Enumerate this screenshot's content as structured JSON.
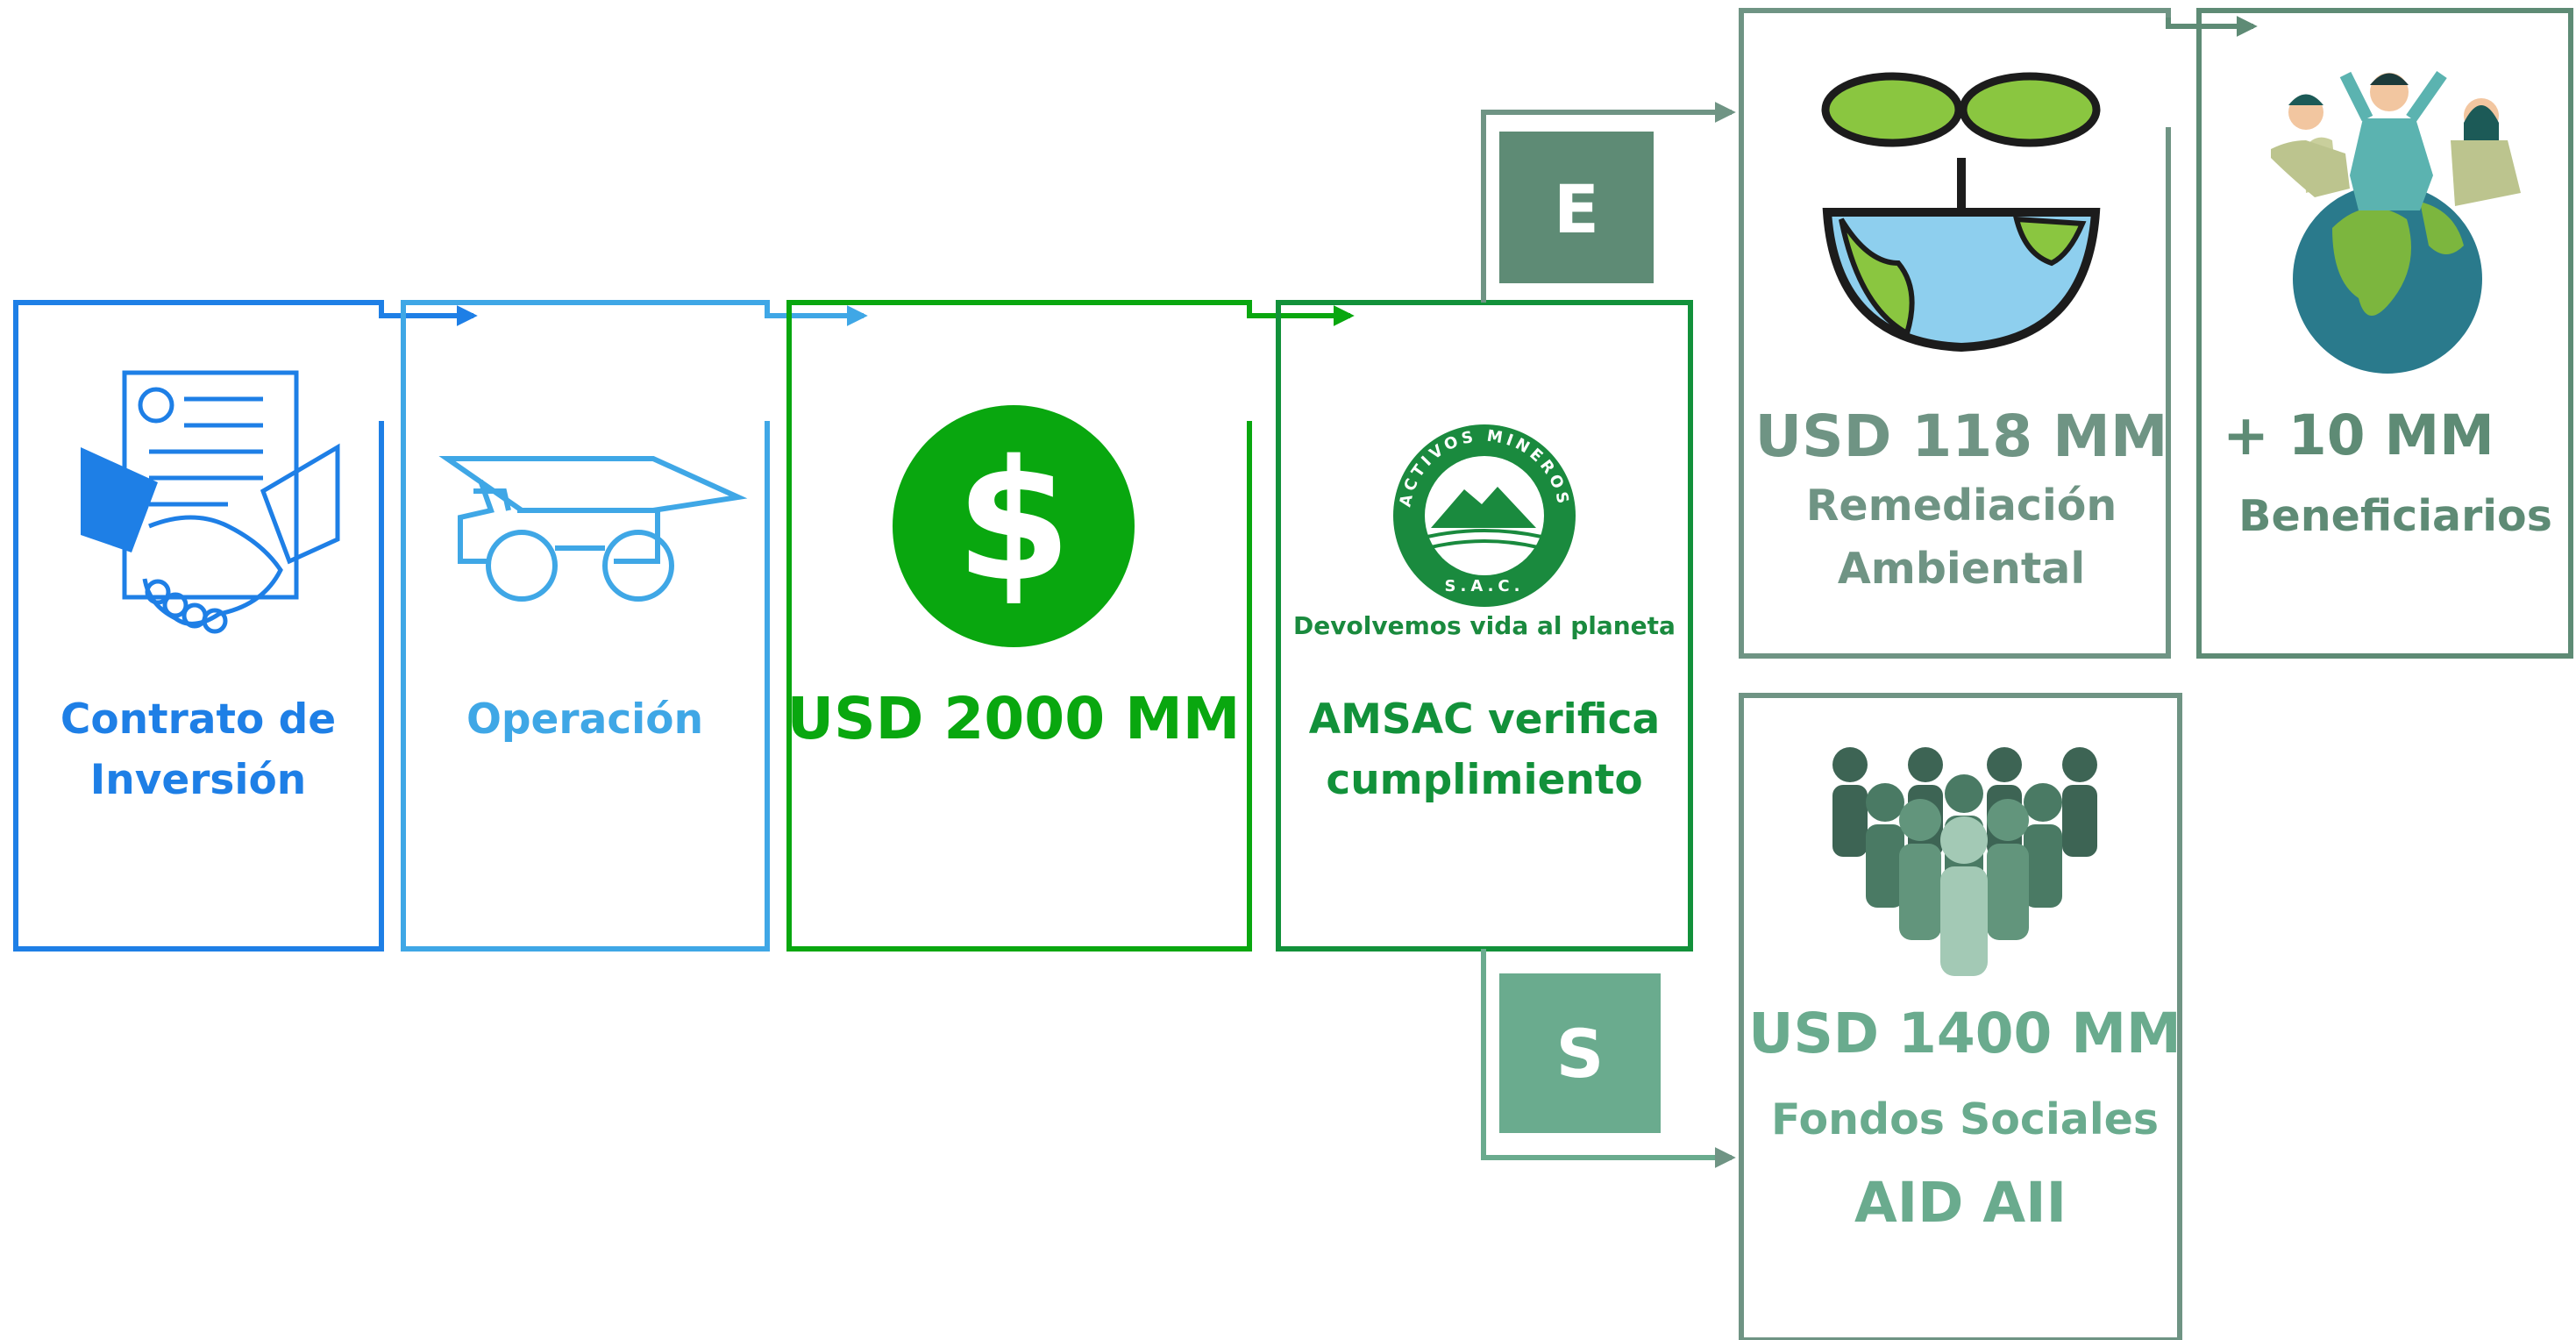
{
  "colors": {
    "blue_dark": "#1e7fe6",
    "blue_light": "#3fa7e6",
    "green_bright": "#09a70f",
    "green_mid": "#12913a",
    "sage_dark": "#5e8b75",
    "sage_light": "#6aab8e",
    "frame_gray": "#6f9484"
  },
  "boxes": {
    "contract": {
      "label_1": "Contrato de",
      "label_2": "Inversión"
    },
    "operation": {
      "label": "Operación"
    },
    "investment": {
      "label": "USD 2000 MM",
      "icon": "dollar-icon"
    },
    "amsac": {
      "label_1": "AMSAC verifica",
      "label_2": "cumplimiento",
      "logo_ring_top": "ACTIVOS MINEROS",
      "logo_ring_bottom": "S.A.C.",
      "slogan": "Devolvemos vida al planeta"
    }
  },
  "tags": {
    "e": "E",
    "s": "S"
  },
  "remediation": {
    "amount": "USD 118 MM",
    "label_1": "Remediación",
    "label_2": "Ambiental",
    "icon": "sprout-earth-icon"
  },
  "beneficiaries": {
    "amount": "+ 10 MM",
    "label": "Beneficiarios",
    "icon": "people-earth-icon"
  },
  "social": {
    "amount": "USD 1400 MM",
    "label": "Fondos Sociales",
    "sub": "AID AII",
    "icon": "crowd-icon"
  }
}
